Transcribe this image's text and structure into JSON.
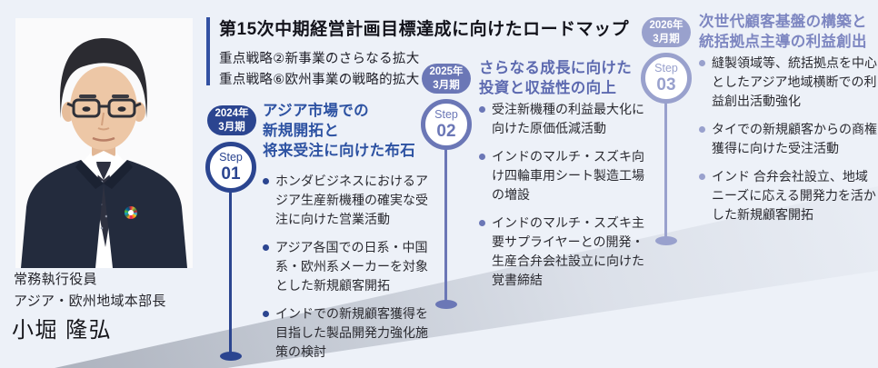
{
  "header": {
    "title": "第15次中期経営計画目標達成に向けたロードマップ",
    "strategy_line1": "重点戦略②新事業のさらなる拡大",
    "strategy_line2": "重点戦略⑥欧州事業の戦略的拡大"
  },
  "person": {
    "role_line1": "常務執行役員",
    "role_line2": "アジア・欧州地域本部長",
    "name": "小堀 隆弘"
  },
  "steps": [
    {
      "period_year": "2024年",
      "period_term": "3月期",
      "step_word": "Step",
      "step_number": "01",
      "heading_lines": [
        "アジア市場での",
        "新規開拓と",
        "将来受注に向けた布石"
      ],
      "bullets": [
        "ホンダビジネスにおけるアジア生産新機種の確実な受注に向けた営業活動",
        "アジア各国での日系・中国系・欧州系メーカーを対象とした新規顧客開拓",
        "インドでの新規顧客獲得を目指した製品開発力強化施策の検討"
      ],
      "accent_color": "#2b4590"
    },
    {
      "period_year": "2025年",
      "period_term": "3月期",
      "step_word": "Step",
      "step_number": "02",
      "heading_lines": [
        "さらなる成長に向けた",
        "投資と収益性の向上"
      ],
      "bullets": [
        "受注新機種の利益最大化に向けた原価低減活動",
        "インドのマルチ・スズキ向け四輪車用シート製造工場の増設",
        "インドのマルチ・スズキ主要サプライヤーとの開発・生産合弁会社設立に向けた覚書締結"
      ],
      "accent_color": "#6b77b6"
    },
    {
      "period_year": "2026年",
      "period_term": "3月期",
      "step_word": "Step",
      "step_number": "03",
      "heading_lines": [
        "次世代顧客基盤の構築と",
        "統括拠点主導の利益創出"
      ],
      "bullets": [
        "縫製領域等、統括拠点を中心としたアジア地域横断での利益創出活動強化",
        "タイでの新規顧客からの商権獲得に向けた受注活動",
        "インド 合弁会社設立、地域ニーズに応える開発力を活かした新規顧客開拓"
      ],
      "accent_color": "#99a1cd"
    }
  ],
  "colors": {
    "background": "#edf1f8",
    "title_bar": "#3351a2",
    "step1_accent": "#2b4590",
    "step2_accent": "#6b77b6",
    "step3_accent": "#99a1cd",
    "body_text": "#2a2a30"
  }
}
